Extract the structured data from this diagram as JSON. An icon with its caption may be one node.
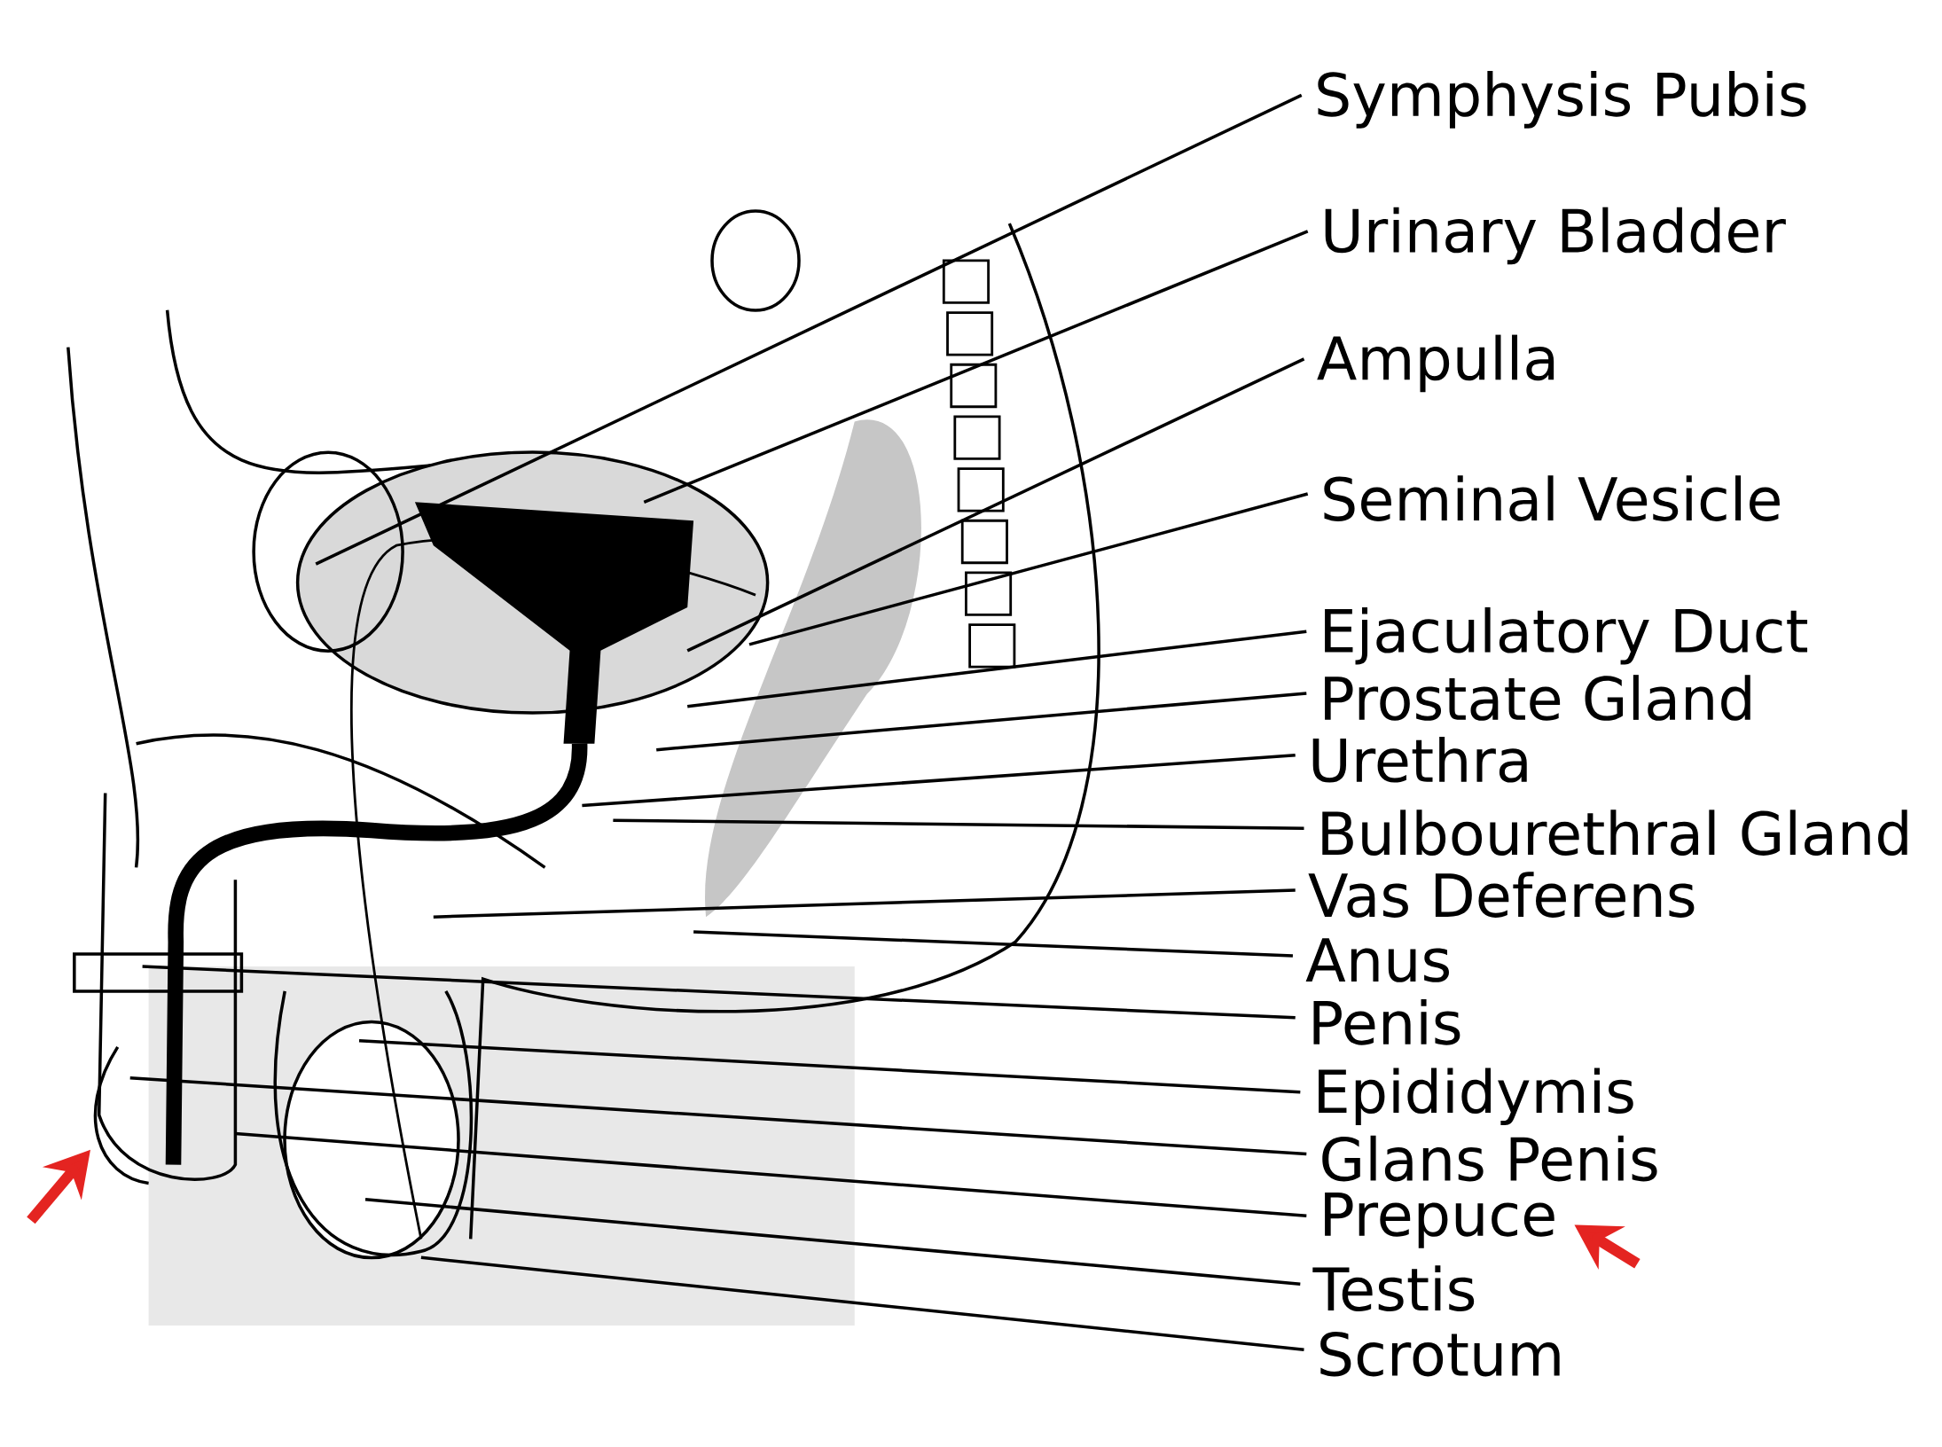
{
  "diagram": {
    "nodes": [
      {
        "text": [
          "Symphysis Pubis"
        ]
      },
      {
        "text": [
          "Urinary Bladder"
        ]
      },
      {
        "text": [
          "Ampulla"
        ]
      },
      {
        "text": [
          "Seminal Vesicle"
        ]
      },
      {
        "text": [
          "Ejaculatory Duct"
        ]
      },
      {
        "text": [
          "Prostate Gland"
        ]
      },
      {
        "text": [
          "Urethra"
        ]
      },
      {
        "text": [
          "Bulbourethral Gland"
        ]
      },
      {
        "text": [
          "Vas Deferens"
        ]
      },
      {
        "text": [
          "Anus"
        ]
      },
      {
        "text": [
          "Penis"
        ]
      },
      {
        "text": [
          "Epididymis"
        ]
      },
      {
        "text": [
          "Glans Penis"
        ]
      },
      {
        "text": [
          "Prepuce"
        ]
      },
      {
        "text": [
          "Testis"
        ]
      },
      {
        "text": [
          "Scrotum"
        ]
      }
    ],
    "edges": [
      {
        "from": 0,
        "to": null,
        "arrow": "none"
      },
      {
        "from": 1,
        "to": null,
        "arrow": "none"
      },
      {
        "from": 2,
        "to": null,
        "arrow": "none"
      },
      {
        "from": 3,
        "to": null,
        "arrow": "none"
      },
      {
        "from": 4,
        "to": null,
        "arrow": "none"
      },
      {
        "from": 5,
        "to": null,
        "arrow": "none"
      },
      {
        "from": 6,
        "to": null,
        "arrow": "none"
      },
      {
        "from": 7,
        "to": null,
        "arrow": "none"
      },
      {
        "from": 8,
        "to": null,
        "arrow": "none"
      },
      {
        "from": 9,
        "to": null,
        "arrow": "none"
      },
      {
        "from": 10,
        "to": null,
        "arrow": "none"
      },
      {
        "from": 11,
        "to": null,
        "arrow": "none"
      },
      {
        "from": 12,
        "to": null,
        "arrow": "none"
      },
      {
        "from": 13,
        "to": null,
        "arrow": "none"
      },
      {
        "from": 14,
        "to": null,
        "arrow": "none"
      },
      {
        "from": 15,
        "to": null,
        "arrow": "none"
      },
      {
        "from": null,
        "to": 13,
        "arrow": "to",
        "style": "thick",
        "color": "#e42421"
      }
    ]
  }
}
